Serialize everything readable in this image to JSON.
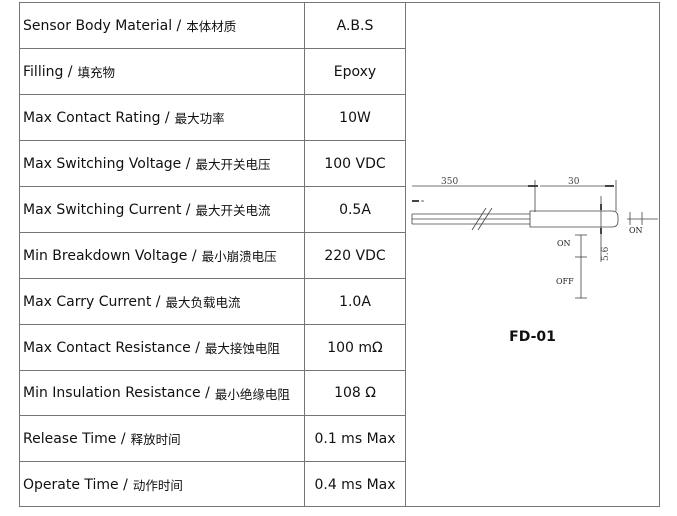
{
  "specs": [
    {
      "en": "Sensor Body Material /",
      "zh": "本体材质",
      "value": "A.B.S"
    },
    {
      "en": "Filling /",
      "zh": "填充物",
      "value": "Epoxy"
    },
    {
      "en": "Max Contact Rating /",
      "zh": "最大功率",
      "value": "10W"
    },
    {
      "en": "Max Switching Voltage /",
      "zh": "最大开关电压",
      "value": "100 VDC"
    },
    {
      "en": "Max Switching Current /",
      "zh": "最大开关电流",
      "value": "0.5A"
    },
    {
      "en": "Min Breakdown Voltage /",
      "zh": "最小崩溃电压",
      "value": "220 VDC"
    },
    {
      "en": "Max Carry Current /",
      "zh": "最大负载电流",
      "value": "1.0A"
    },
    {
      "en": "Max Contact Resistance /",
      "zh": "最大接蚀电阻",
      "value": "100 mΩ"
    },
    {
      "en": "Min Insulation Resistance /",
      "zh": "最小绝缘电阻",
      "value": "108  Ω"
    },
    {
      "en": "Release Time /",
      "zh": "释放时间",
      "value": "0.1 ms Max"
    },
    {
      "en": "Operate Time /",
      "zh": "动作时间",
      "value": "0.4 ms Max"
    }
  ],
  "diagram": {
    "dim_cable": "350",
    "dim_body": "30",
    "dim_diameter": "5.6",
    "label_on_side": "ON",
    "label_on": "ON",
    "label_off": "OFF",
    "model": "FD-01"
  }
}
